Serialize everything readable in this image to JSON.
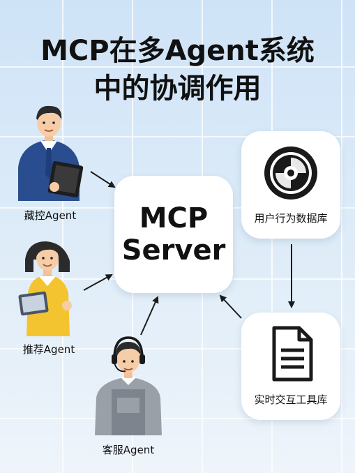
{
  "title": {
    "line1": "MCP在多Agent系统",
    "line2": "中的协调作用"
  },
  "server": {
    "line1": "MCP",
    "line2": "Server"
  },
  "agents": [
    {
      "label": "藏控Agent",
      "icon": "businessman-with-clipboard"
    },
    {
      "label": "推荐Agent",
      "icon": "woman-with-tablet"
    },
    {
      "label": "客服Agent",
      "icon": "support-agent-with-headset"
    }
  ],
  "resources": [
    {
      "label": "用户行为数据库",
      "icon": "disc-database-icon"
    },
    {
      "label": "实时交互工具库",
      "icon": "document-icon"
    }
  ]
}
